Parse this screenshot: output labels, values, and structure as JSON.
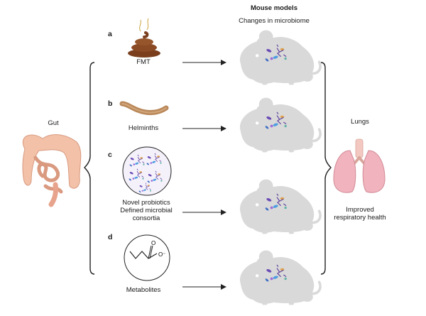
{
  "header": {
    "title": "Mouse models",
    "subtitle": "Changes in microbiome"
  },
  "left": {
    "label": "Gut"
  },
  "right": {
    "label": "Lungs",
    "outcome_line1": "Improved",
    "outcome_line2": "respiratory health"
  },
  "panels": [
    {
      "letter": "a",
      "label_lines": [
        "FMT"
      ]
    },
    {
      "letter": "b",
      "label_lines": [
        "Helminths"
      ]
    },
    {
      "letter": "c",
      "label_lines": [
        "Novel probiotics",
        "Defined microbial",
        "consortia"
      ]
    },
    {
      "letter": "d",
      "label_lines": [
        "Metabolites"
      ]
    }
  ],
  "molecule": {
    "charge_label": "O⁻",
    "oxygen_label": "O"
  },
  "colors": {
    "mouse": "#d9d9d9",
    "poop": "#7a3e1d",
    "worm": "#b8885a",
    "gut": "#f2c1a8",
    "lung": "#f1b3bd",
    "trachea": "#f3c8c0",
    "line": "#222222"
  }
}
